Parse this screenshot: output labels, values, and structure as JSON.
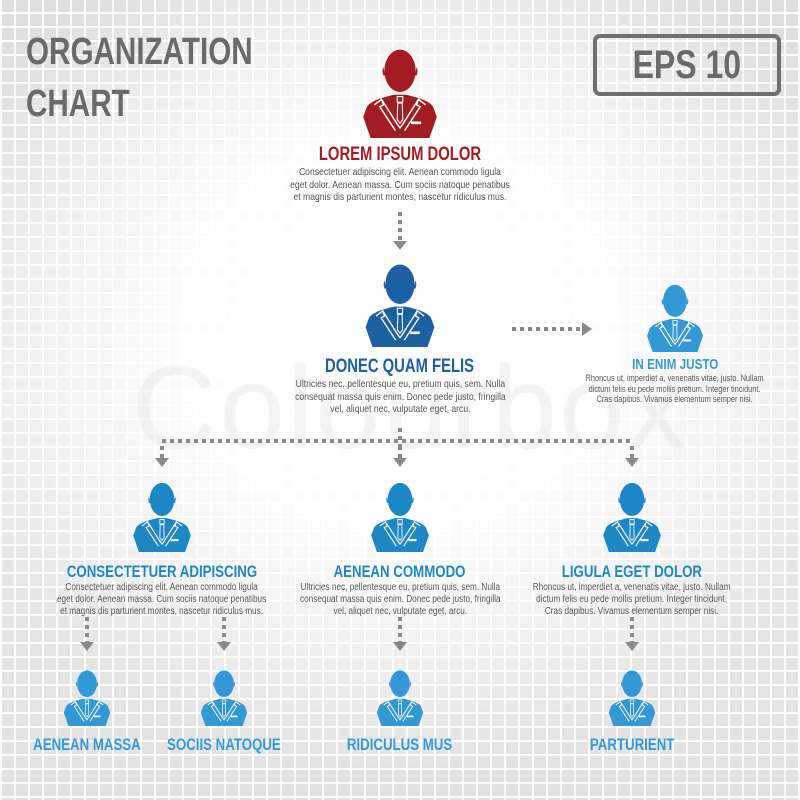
{
  "title": {
    "line1": "ORGANIZATION",
    "line2": "CHART"
  },
  "badge": {
    "label": "EPS 10"
  },
  "watermark": "Colourbox",
  "colors": {
    "ceo": "#a21c22",
    "manager": "#1d5fa3",
    "staff": "#1d86c4",
    "leaf": "#3399d6",
    "heading_gray": "#6a6a6a",
    "connector": "#8a8a8a"
  },
  "nodes": {
    "ceo": {
      "name": "LOREM IPSUM DOLOR",
      "desc": [
        "Consectetuer adipiscing elit. Aenean commodo ligula",
        "eget dolor. Aenean massa. Cum sociis natoque penatibus",
        "et magnis dis parturient montes, nascetur ridiculus mus."
      ]
    },
    "manager": {
      "name": "DONEC QUAM FELIS",
      "desc": [
        "Ultricies nec, pellentesque eu, pretium quis, sem. Nulla",
        "consequat massa quis enim. Donec pede justo, fringilla",
        "vel, aliquet nec, vulputate eget, arcu."
      ]
    },
    "assistant": {
      "name": "IN ENIM JUSTO",
      "desc": [
        "Rhoncus ut, imperdiet a, venenatis vitae, justo. Nullam",
        "dictum felis eu pede mollis pretium. Integer tincidunt.",
        "Cras dapibus. Vivamus elementum semper nisi."
      ]
    },
    "dept_left": {
      "name": "CONSECTETUER ADIPISCING",
      "desc": [
        "Consectetuer adipiscing elit. Aenean commodo ligula",
        "eget dolor. Aenean massa. Cum sociis natoque penatibus",
        "et magnis dis parturient montes, nascetur ridiculus mus."
      ]
    },
    "dept_center": {
      "name": "AENEAN COMMODO",
      "desc": [
        "Ultricies nec, pellentesque eu, pretium quis, sem. Nulla",
        "consequat massa quis enim. Donec pede justo, fringilla",
        "vel, aliquet nec, vulputate eget, arcu."
      ]
    },
    "dept_right": {
      "name": "LIGULA EGET DOLOR",
      "desc": [
        "Rhoncus ut, imperdiet a, venenatis vitae, justo. Nullam",
        "dictum felis eu pede mollis pretium. Integer tincidunt.",
        "Cras dapibus. Vivamus elementum semper nisi."
      ]
    },
    "leaf1": {
      "name": "AENEAN MASSA"
    },
    "leaf2": {
      "name": "SOCIIS NATOQUE"
    },
    "leaf3": {
      "name": "RIDICULUS MUS"
    },
    "leaf4": {
      "name": "PARTURIENT"
    }
  }
}
